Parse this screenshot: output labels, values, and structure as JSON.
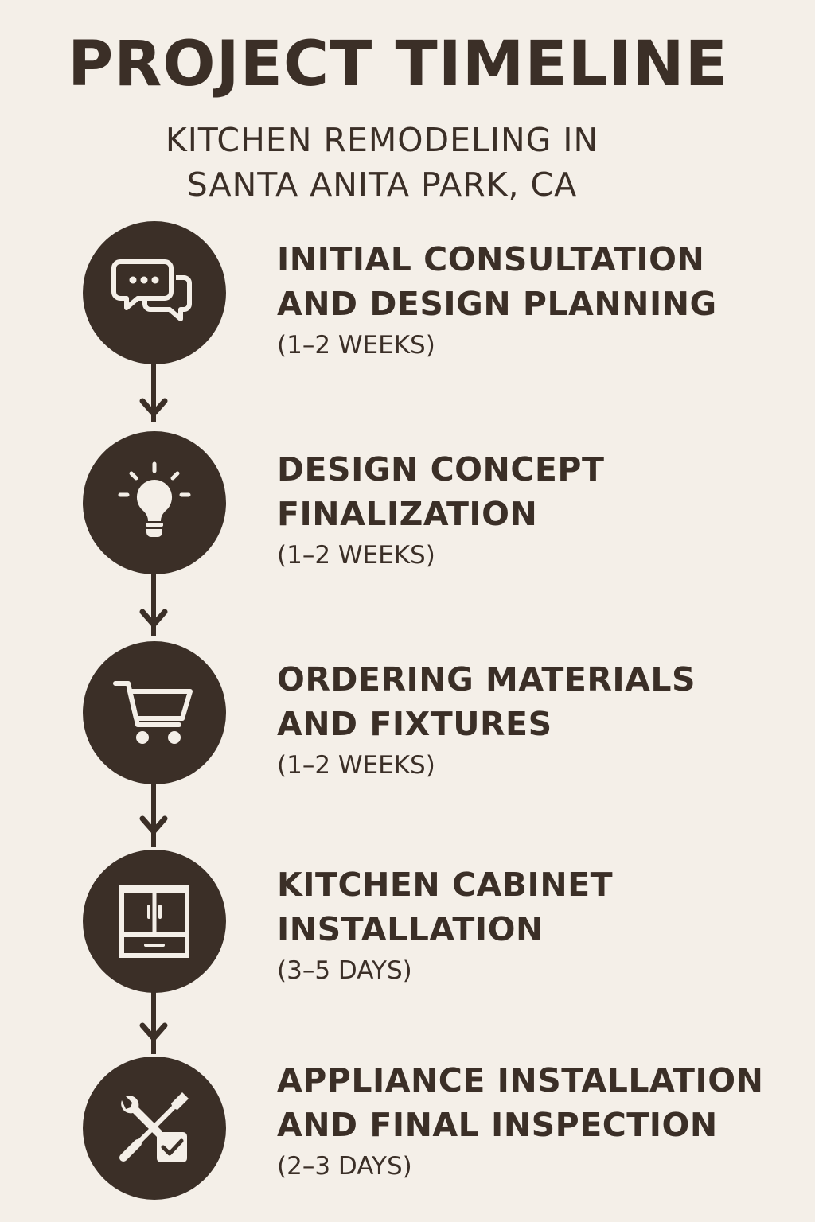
{
  "header": {
    "title": "PROJECT TIMELINE",
    "subtitle_line1": "KITCHEN REMODELING IN",
    "subtitle_line2": "SANTA ANITA PARK, CA"
  },
  "colors": {
    "background": "#f4efe8",
    "primary": "#3b2f27",
    "icon": "#f4efe8"
  },
  "steps": [
    {
      "title_line1": "INITIAL CONSULTATION",
      "title_line2": "AND DESIGN PLANNING",
      "duration": "(1–2 WEEKS)",
      "icon": "chat-bubbles-icon"
    },
    {
      "title_line1": "DESIGN CONCEPT",
      "title_line2": "FINALIZATION",
      "duration": "(1–2 WEEKS)",
      "icon": "lightbulb-icon"
    },
    {
      "title_line1": "ORDERING MATERIALS",
      "title_line2": "AND FIXTURES",
      "duration": "(1–2 WEEKS)",
      "icon": "shopping-cart-icon"
    },
    {
      "title_line1": "KITCHEN CABINET",
      "title_line2": "INSTALLATION",
      "duration": "(3–5 DAYS)",
      "icon": "cabinet-icon"
    },
    {
      "title_line1": "APPLIANCE INSTALLATION",
      "title_line2": "AND FINAL INSPECTION",
      "duration": "(2–3 DAYS)",
      "icon": "tools-checkbox-icon"
    }
  ]
}
